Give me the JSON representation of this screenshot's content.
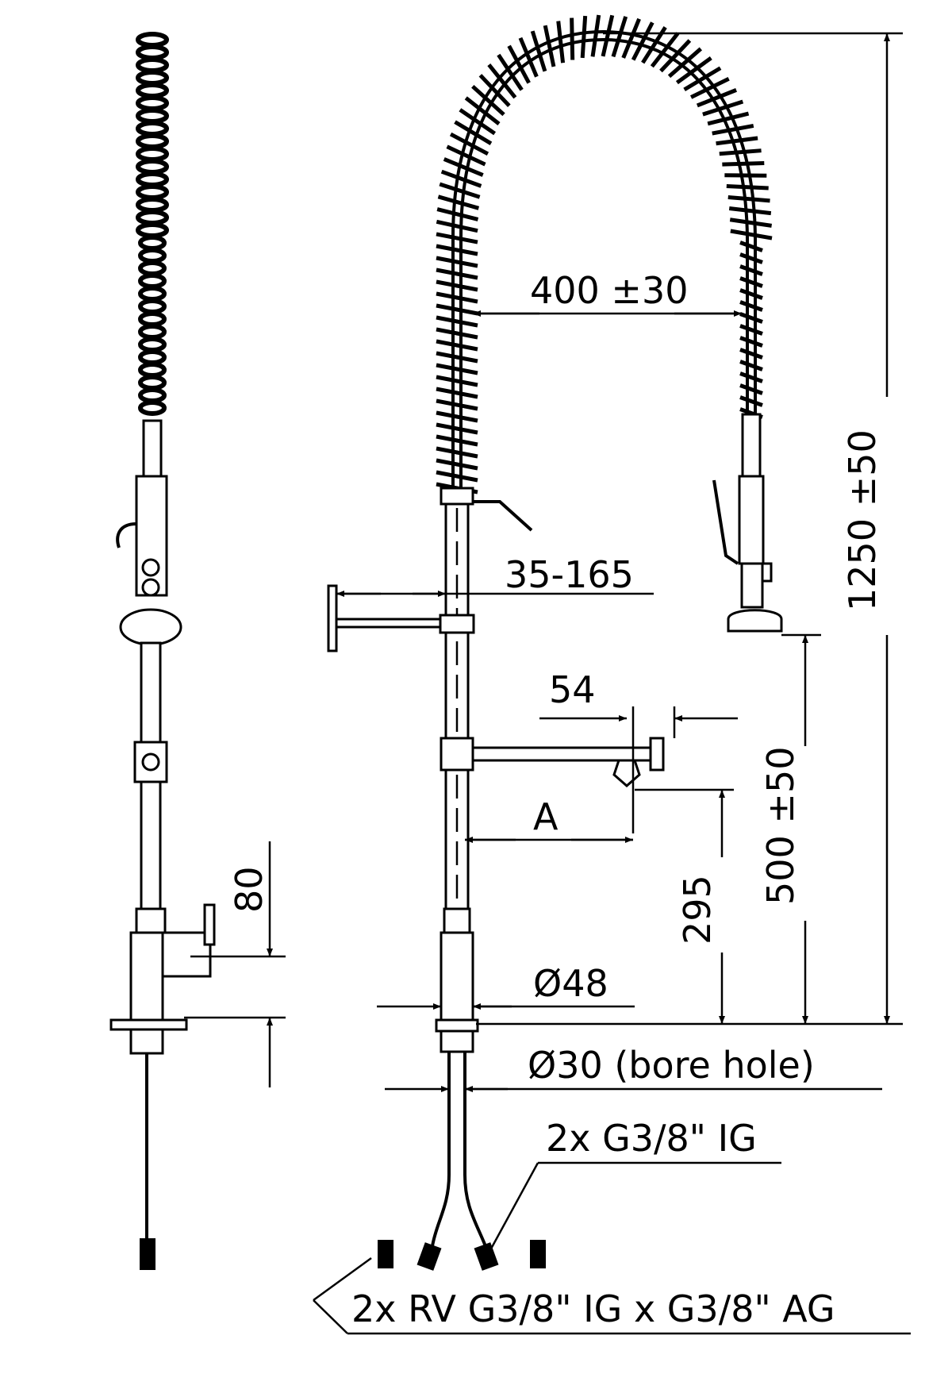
{
  "dimensions": {
    "total_height": "1250 ±50",
    "spout_reach": "400 ±30",
    "wall_bracket": "35-165",
    "swivel_offset": "54",
    "swivel_reach": "A",
    "swivel_height": "295",
    "nozzle_height": "500 ±50",
    "body_diameter": "Ø48",
    "side_height": "80"
  },
  "notes": {
    "bore_hole": "Ø30 (bore hole)",
    "connection": "2x G3/8\" IG",
    "valves": "2x RV G3/8\" IG x G3/8\" AG"
  }
}
